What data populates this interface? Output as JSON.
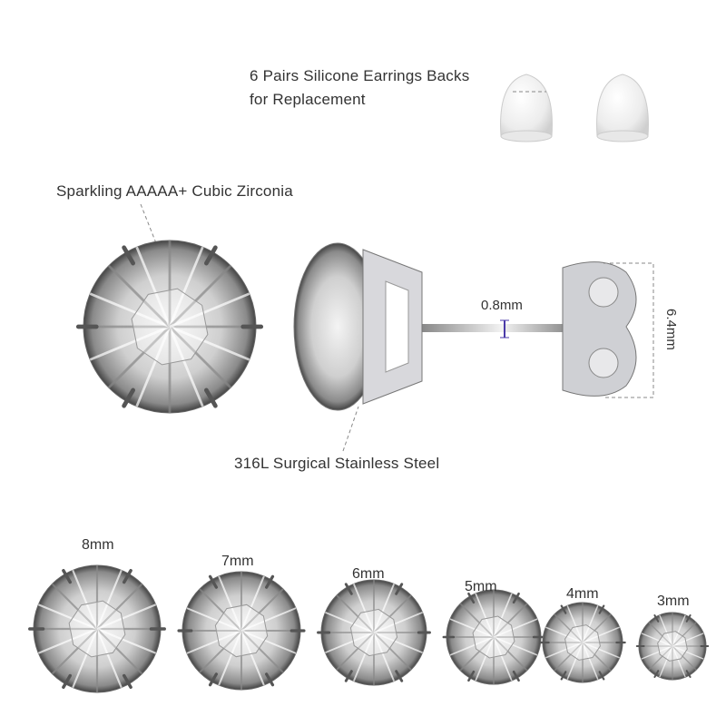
{
  "labels": {
    "backs_line1": "6 Pairs Silicone Earrings Backs",
    "backs_line2": "for Replacement",
    "zirconia": "Sparkling AAAAA+ Cubic Zirconia",
    "steel": "316L Surgical Stainless Steel",
    "post_diameter": "0.8mm",
    "back_height": "6.4mm"
  },
  "sizes": [
    {
      "label": "8mm"
    },
    {
      "label": "7mm"
    },
    {
      "label": "6mm"
    },
    {
      "label": "5mm"
    },
    {
      "label": "4mm"
    },
    {
      "label": "3mm"
    }
  ],
  "colors": {
    "text": "#333333",
    "metal": "#c8c8cc",
    "dim_marker": "#4a3aa8"
  }
}
